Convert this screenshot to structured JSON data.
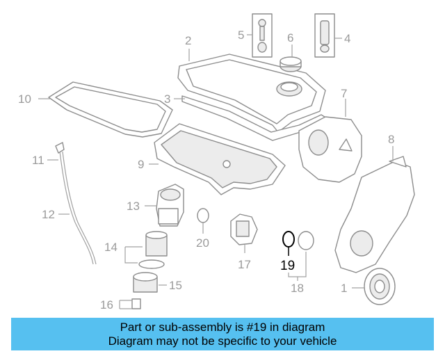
{
  "callouts": {
    "c1": "1",
    "c2": "2",
    "c3": "3",
    "c4": "4",
    "c5": "5",
    "c6": "6",
    "c7": "7",
    "c8": "8",
    "c9": "9",
    "c10": "10",
    "c11": "11",
    "c12": "12",
    "c13": "13",
    "c14": "14",
    "c15": "15",
    "c16": "16",
    "c17": "17",
    "c18": "18",
    "c19": "19",
    "c20": "20"
  },
  "highlight_part": "19",
  "colors": {
    "banner": "#56c0f0",
    "callout": "#9a9a9a",
    "highlight": "#000000"
  },
  "banner": {
    "line1": "Part or sub-assembly is #19 in diagram",
    "line2": "Diagram may not be specific to your vehicle"
  }
}
